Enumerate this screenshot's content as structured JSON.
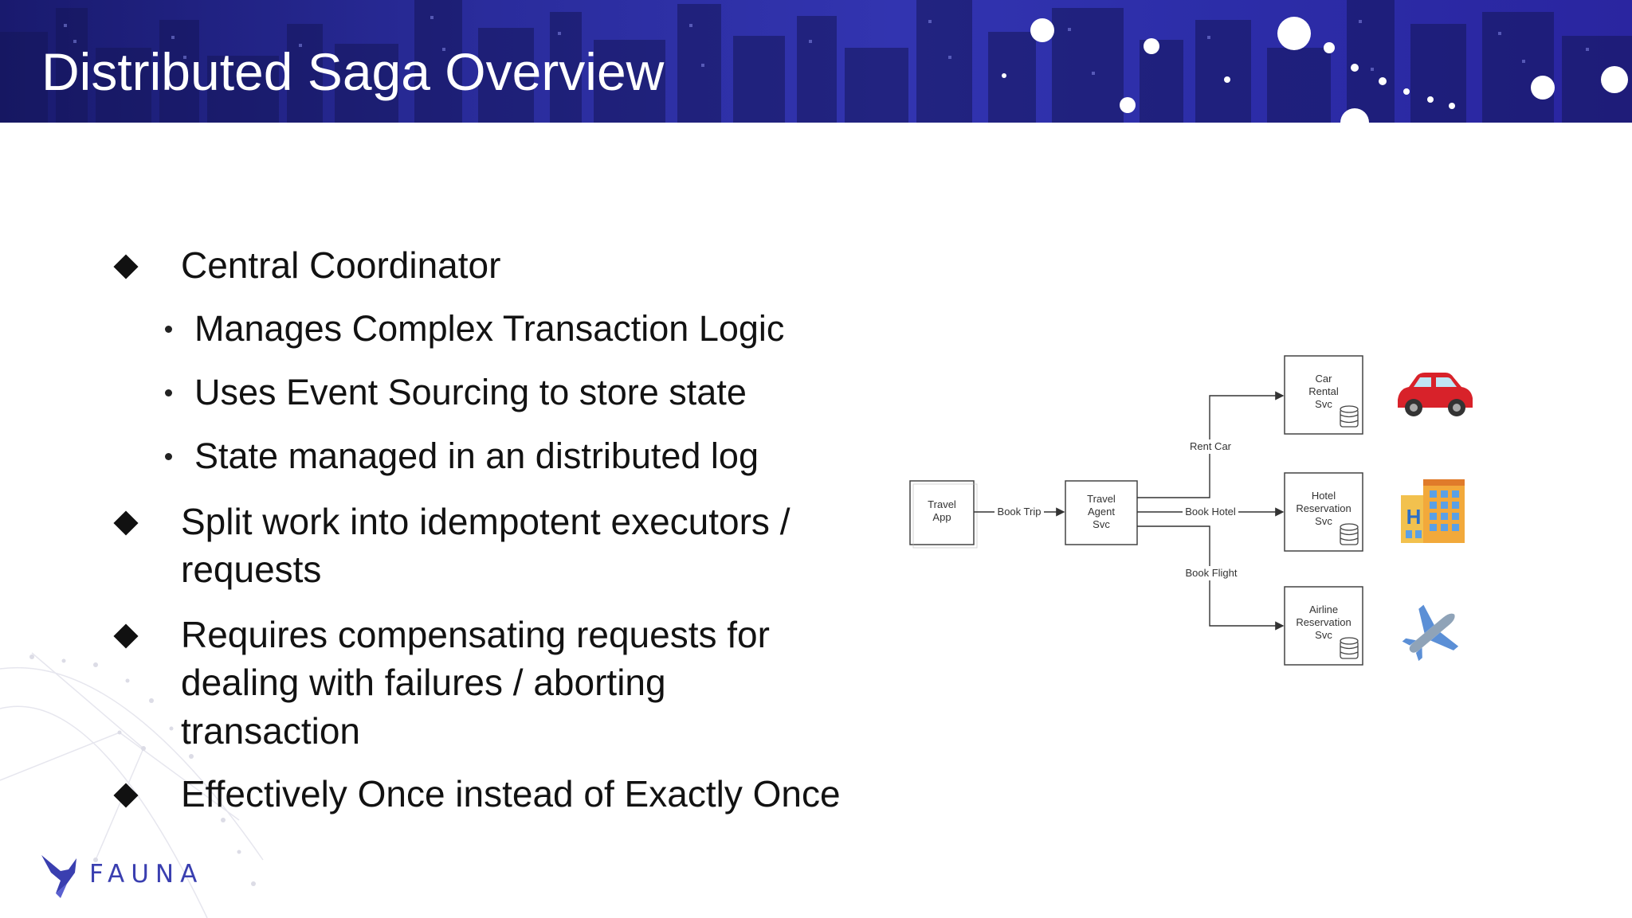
{
  "slide": {
    "title": "Distributed Saga Overview",
    "bullets": [
      {
        "level": 1,
        "lines": [
          "Central Coordinator"
        ]
      },
      {
        "level": 2,
        "lines": [
          "Manages Complex Transaction Logic"
        ]
      },
      {
        "level": 2,
        "lines": [
          "Uses Event Sourcing to store state"
        ]
      },
      {
        "level": 2,
        "lines": [
          "State managed in an distributed log"
        ]
      },
      {
        "level": 1,
        "lines": [
          "Split work into idempotent executors /",
          "requests"
        ]
      },
      {
        "level": 1,
        "lines": [
          "Requires compensating requests for",
          "dealing with failures / aborting",
          "transaction"
        ]
      },
      {
        "level": 1,
        "lines": [
          "Effectively Once instead of Exactly Once"
        ]
      }
    ]
  },
  "diagram": {
    "nodes": {
      "travel_app": [
        "Travel",
        "App"
      ],
      "travel_agent": [
        "Travel",
        "Agent",
        "Svc"
      ],
      "car_rental": [
        "Car",
        "Rental",
        "Svc"
      ],
      "hotel": [
        "Hotel",
        "Reservation",
        "Svc"
      ],
      "airline": [
        "Airline",
        "Reservation",
        "Svc"
      ]
    },
    "edges": {
      "book_trip": "Book Trip",
      "rent_car": "Rent Car",
      "book_hotel": "Book Hotel",
      "book_flight": "Book Flight"
    },
    "icons": {
      "car": "red-car-icon",
      "hotel": "hotel-building-icon",
      "plane": "airplane-icon"
    }
  },
  "brand": {
    "name": "FAUNA",
    "color": "#3a3fb0"
  }
}
